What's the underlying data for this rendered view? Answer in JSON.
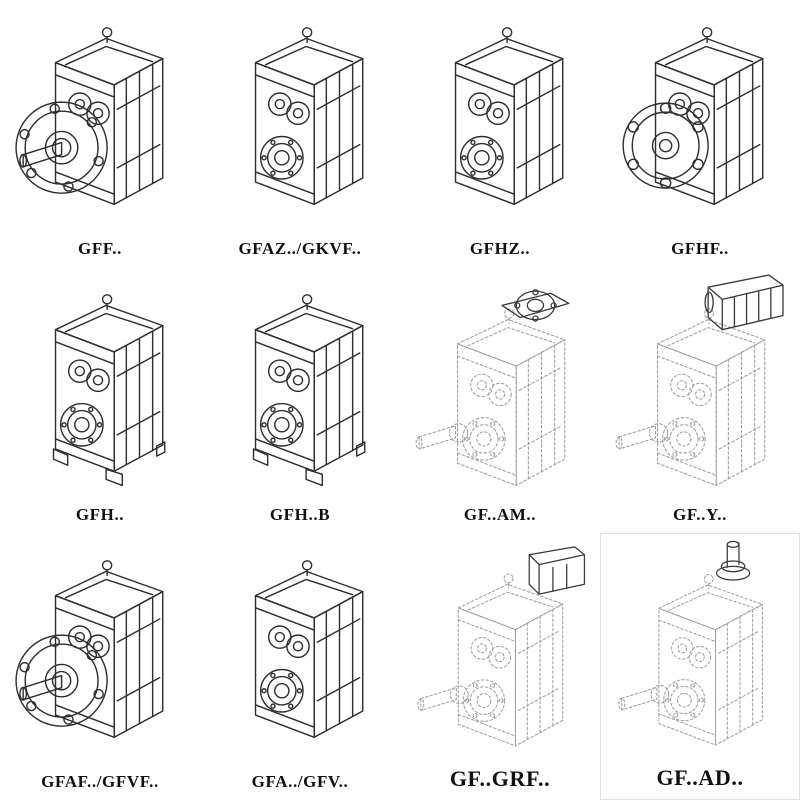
{
  "page": {
    "background": "#ffffff",
    "line_color": "#2e2e2e",
    "phantom_line_color": "#9e9e9e"
  },
  "grid": {
    "columns": 4,
    "rows": 3,
    "items": [
      {
        "label": "GFF..",
        "drawing": "gearbox-output-flange-with-shaft",
        "line_style": "solid"
      },
      {
        "label": "GFAZ../GKVF..",
        "drawing": "gearbox-hollow-output-shaft",
        "line_style": "solid"
      },
      {
        "label": "GFHZ..",
        "drawing": "gearbox-hollow-shaft-shrink-disc",
        "line_style": "solid"
      },
      {
        "label": "GFHF..",
        "drawing": "gearbox-hollow-shaft-flange",
        "line_style": "solid"
      },
      {
        "label": "GFH..",
        "drawing": "gearbox-hollow-shaft-foot",
        "line_style": "solid"
      },
      {
        "label": "GFH..B",
        "drawing": "gearbox-hollow-shaft-foot-b",
        "line_style": "solid"
      },
      {
        "label": "GF..AM..",
        "drawing": "gearbox-input-flange-adapter",
        "line_style": "phantom"
      },
      {
        "label": "GF..Y..",
        "drawing": "gearbox-with-mounted-motor",
        "line_style": "phantom"
      },
      {
        "label": "GFAF../GFVF..",
        "drawing": "gearbox-output-flange-with-shaft",
        "line_style": "solid"
      },
      {
        "label": "GFA../GFV..",
        "drawing": "gearbox-hollow-output-shaft",
        "line_style": "solid"
      },
      {
        "label": "GF..GRF..",
        "drawing": "gearbox-input-adapter-block",
        "line_style": "phantom"
      },
      {
        "label": "GF..AD..",
        "drawing": "gearbox-top-input-shaft",
        "line_style": "phantom"
      }
    ]
  }
}
